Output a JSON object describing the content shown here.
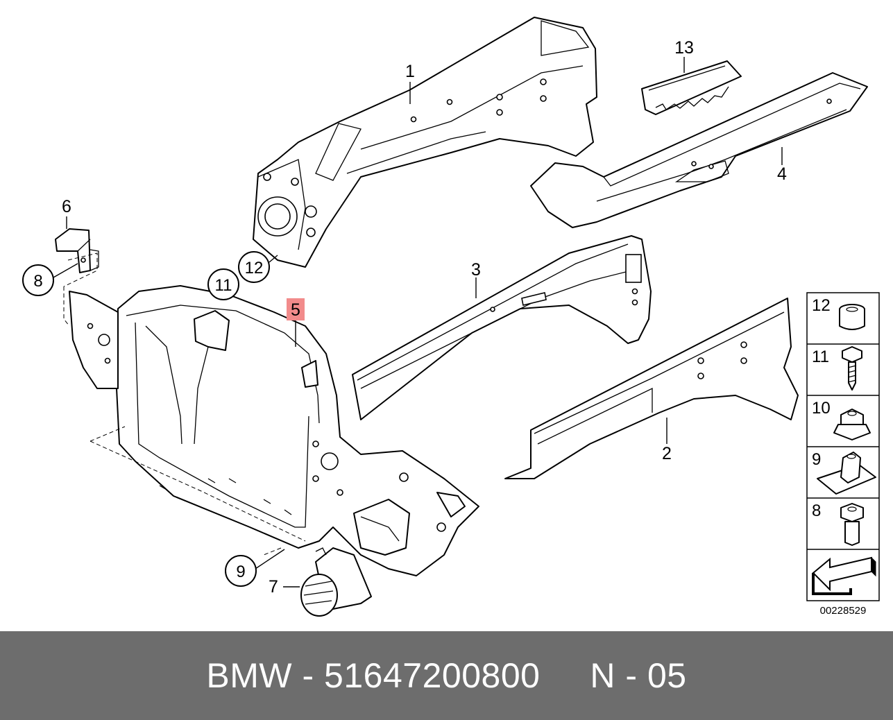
{
  "diagram": {
    "callouts": {
      "p1": "1",
      "p2": "2",
      "p3": "3",
      "p4": "4",
      "p5": "5",
      "p6": "6",
      "p7": "7",
      "p8": "8",
      "p9": "9",
      "p11": "11",
      "p12": "12",
      "p13": "13"
    },
    "highlight_color": "#f28b8b",
    "legend": [
      "12",
      "11",
      "10",
      "9",
      "8"
    ],
    "diagram_number": "00228529"
  },
  "footer": {
    "brand": "BMW",
    "separator": " - ",
    "part_number": "51647200800",
    "gap": "     ",
    "position": "N - 05"
  }
}
